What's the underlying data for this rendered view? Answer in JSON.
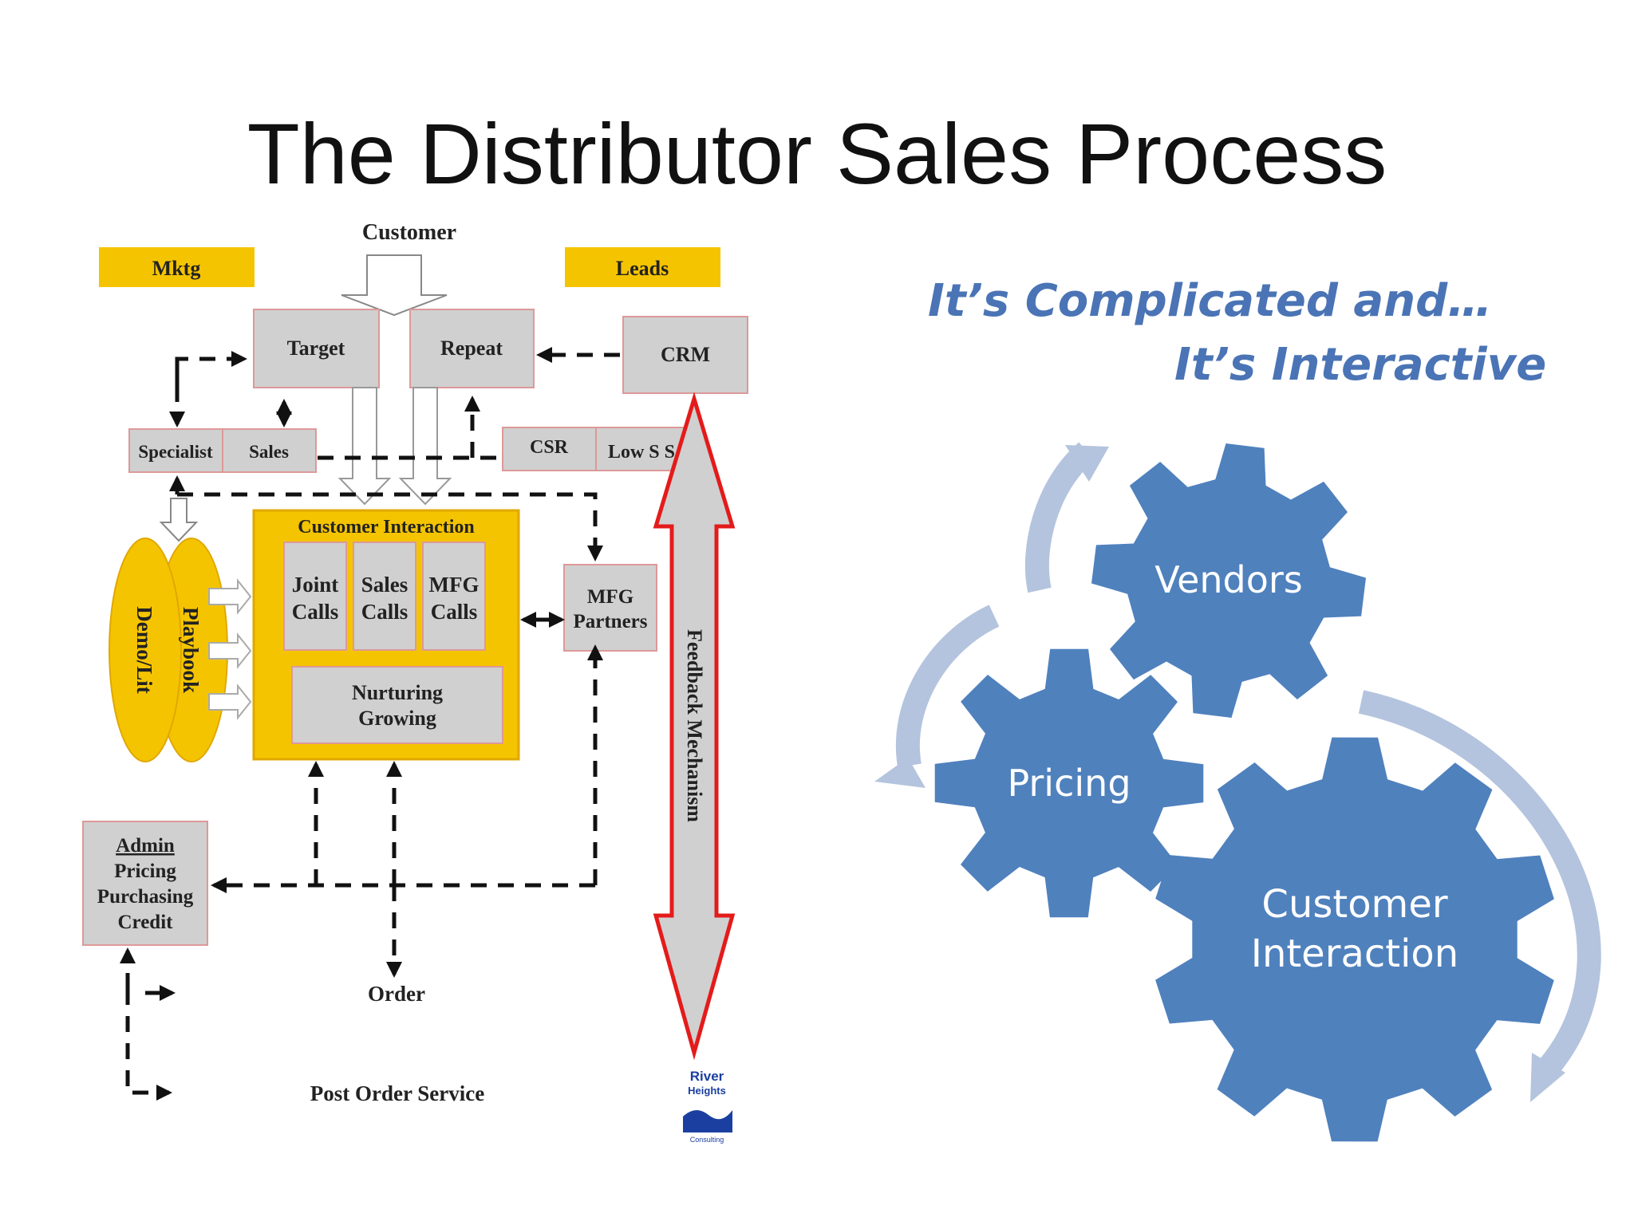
{
  "slide": {
    "title": "The Distributor Sales Process",
    "subtitle_line1": "It’s Complicated and…",
    "subtitle_line2": "It’s Interactive"
  },
  "flowchart": {
    "customer": "Customer",
    "mktg": "Mktg",
    "leads": "Leads",
    "target": "Target",
    "repeat": "Repeat",
    "crm": "CRM",
    "specialist": "Specialist",
    "sales": "Sales",
    "csr": "CSR",
    "low_ss": "Low S S",
    "interaction_title": "Customer  Interaction",
    "joint_calls": [
      "Joint",
      "Calls"
    ],
    "sales_calls": [
      "Sales",
      "Calls"
    ],
    "mfg_calls": [
      "MFG",
      "Calls"
    ],
    "nurturing": [
      "Nurturing",
      "Growing"
    ],
    "mfg_partners": [
      "MFG",
      "Partners"
    ],
    "playbook": "Playbook",
    "demo_lit": "Demo/Lit",
    "feedback": "Feedback Mechanism",
    "admin": [
      "Admin",
      "Pricing",
      "Purchasing",
      "Credit"
    ],
    "order": "Order",
    "post_order": "Post Order Service",
    "logo_text": [
      "River",
      "Heights",
      "Consulting"
    ]
  },
  "gears": {
    "vendors": "Vendors",
    "pricing": "Pricing",
    "customer_interaction": [
      "Customer",
      "Interaction"
    ]
  },
  "colors": {
    "yellow": "#f5c400",
    "gray_box": "#d0d0d0",
    "gear_blue": "#4f81bd",
    "arrow_light": "#b4c4de",
    "feedback_red": "#e41b1b",
    "subtitle_blue": "#4a74b5"
  }
}
